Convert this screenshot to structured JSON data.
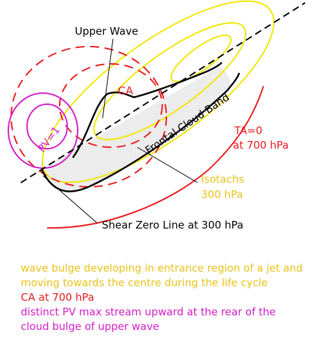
{
  "diagram": {
    "labels": {
      "upper_wave": "Upper Wave",
      "ca": "CA",
      "pv": "PV=1",
      "frontal_cloud_band": "Frontal Cloud Band",
      "ta_zero_line1": "TA=0",
      "ta_zero_line2": "at 700 hPa",
      "isotachs_line1": "Isotachs",
      "isotachs_line2": "300 hPa",
      "shear_zero_line": "Shear Zero Line at 300 hPa"
    }
  },
  "legend": {
    "items": [
      "wave bulge developing in entrance region of a jet and",
      "moving towards the centre during the life cycle",
      "CA at 700 hPa",
      "distinct PV max stream upward at the rear of the",
      "cloud bulge of upper wave"
    ]
  },
  "colors": {
    "yellow": "#f2e600",
    "legend_yellow": "#e8c21a",
    "red": "#e8191f",
    "magenta": "#d21cc8",
    "black": "#000000",
    "cloud_fill": "#ececec"
  }
}
